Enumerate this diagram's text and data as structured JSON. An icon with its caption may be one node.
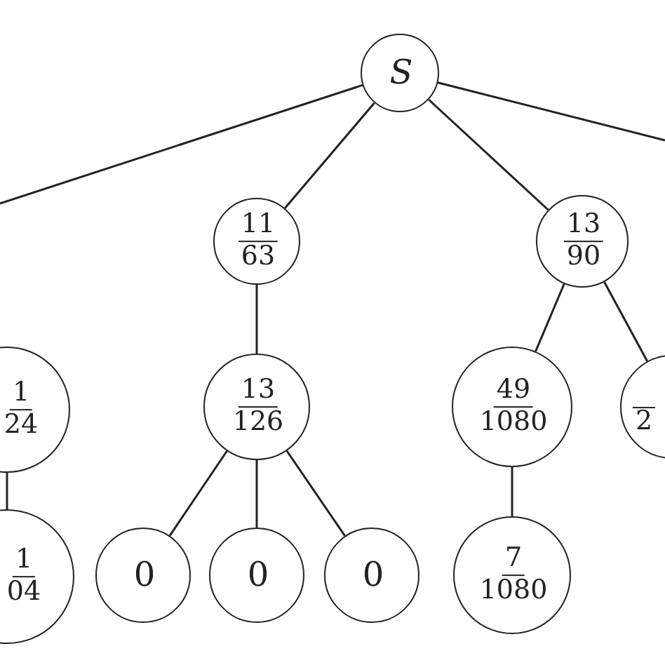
{
  "diagram": {
    "nodes": [
      {
        "text": [
          "S"
        ]
      },
      {
        "text": [
          "11",
          "63"
        ]
      },
      {
        "text": [
          "13",
          "90"
        ]
      },
      {
        "text": [
          "1",
          "24"
        ]
      },
      {
        "text": [
          "13",
          "126"
        ]
      },
      {
        "text": [
          "49",
          "1080"
        ]
      },
      {
        "text": [
          "2"
        ]
      },
      {
        "text": [
          "1",
          "04"
        ]
      },
      {
        "text": [
          "0"
        ]
      },
      {
        "text": [
          "0"
        ]
      },
      {
        "text": [
          "0"
        ]
      },
      {
        "text": [
          "7",
          "1080"
        ]
      }
    ],
    "edges": [
      {
        "from": 0,
        "to": null,
        "arrow": "none"
      },
      {
        "from": 0,
        "to": 1,
        "arrow": "none"
      },
      {
        "from": 0,
        "to": 2,
        "arrow": "none"
      },
      {
        "from": 0,
        "to": null,
        "arrow": "none"
      },
      {
        "from": 1,
        "to": 4,
        "arrow": "none"
      },
      {
        "from": 2,
        "to": 5,
        "arrow": "none"
      },
      {
        "from": 2,
        "to": 6,
        "arrow": "none"
      },
      {
        "from": 3,
        "to": 7,
        "arrow": "none"
      },
      {
        "from": 4,
        "to": 8,
        "arrow": "none"
      },
      {
        "from": 4,
        "to": 9,
        "arrow": "none"
      },
      {
        "from": 4,
        "to": 10,
        "arrow": "none"
      },
      {
        "from": 5,
        "to": 11,
        "arrow": "none"
      }
    ]
  }
}
